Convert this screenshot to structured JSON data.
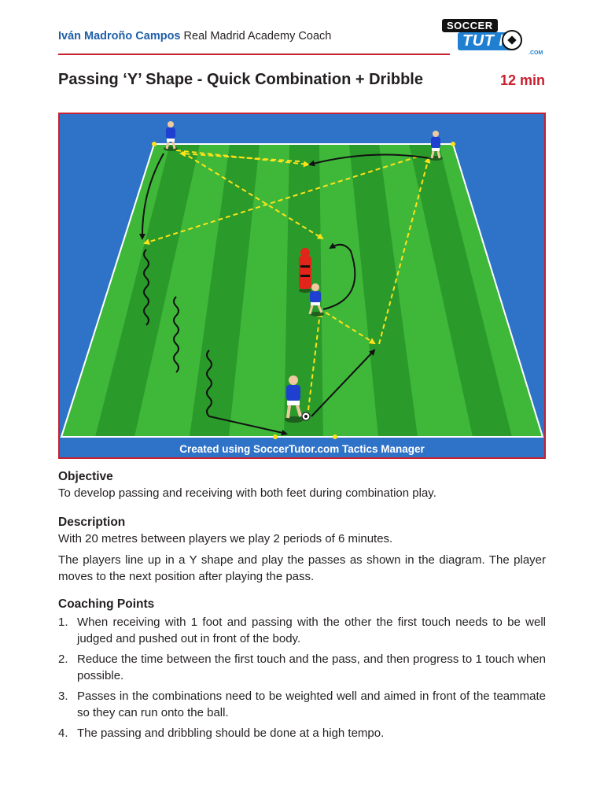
{
  "header": {
    "author_name": "Iván Madroño Campos",
    "author_role": "Real Madrid Academy Coach",
    "logo": {
      "top": "SOCCER",
      "bottom": "TUT R",
      "suffix": ".COM"
    }
  },
  "title": "Passing ‘Y’ Shape - Quick Combination + Dribble",
  "duration": "12 min",
  "diagram": {
    "caption": "Created using SoccerTutor.com Tactics Manager",
    "colors": {
      "pitch_light": "#3fb83a",
      "pitch_dark": "#2a9a2a",
      "background": "#2f73c9",
      "pass": "#ffe21a",
      "run": "#111111"
    }
  },
  "sections": {
    "objective": {
      "heading": "Objective",
      "text": "To develop passing and receiving with both feet during combination play."
    },
    "description": {
      "heading": "Description",
      "paragraphs": [
        "With 20 metres between players we play 2 periods of 6 minutes.",
        "The players line up in a Y shape and play the passes as shown in the diagram. The player moves to the next position after playing the pass."
      ]
    },
    "coaching_points": {
      "heading": "Coaching Points",
      "items": [
        {
          "num": "1.",
          "text": "When receiving with 1 foot and passing with the other the first touch needs to be well judged and pushed out in front of the body."
        },
        {
          "num": "2.",
          "text": "Reduce the time between the first touch and the pass, and then progress to 1 touch when possible."
        },
        {
          "num": "3.",
          "text": "Passes in the combinations need to be weighted well and aimed in front of the teammate so they can run onto the ball."
        },
        {
          "num": "4.",
          "text": "The passing and dribbling should be done at a high tempo."
        }
      ]
    }
  }
}
